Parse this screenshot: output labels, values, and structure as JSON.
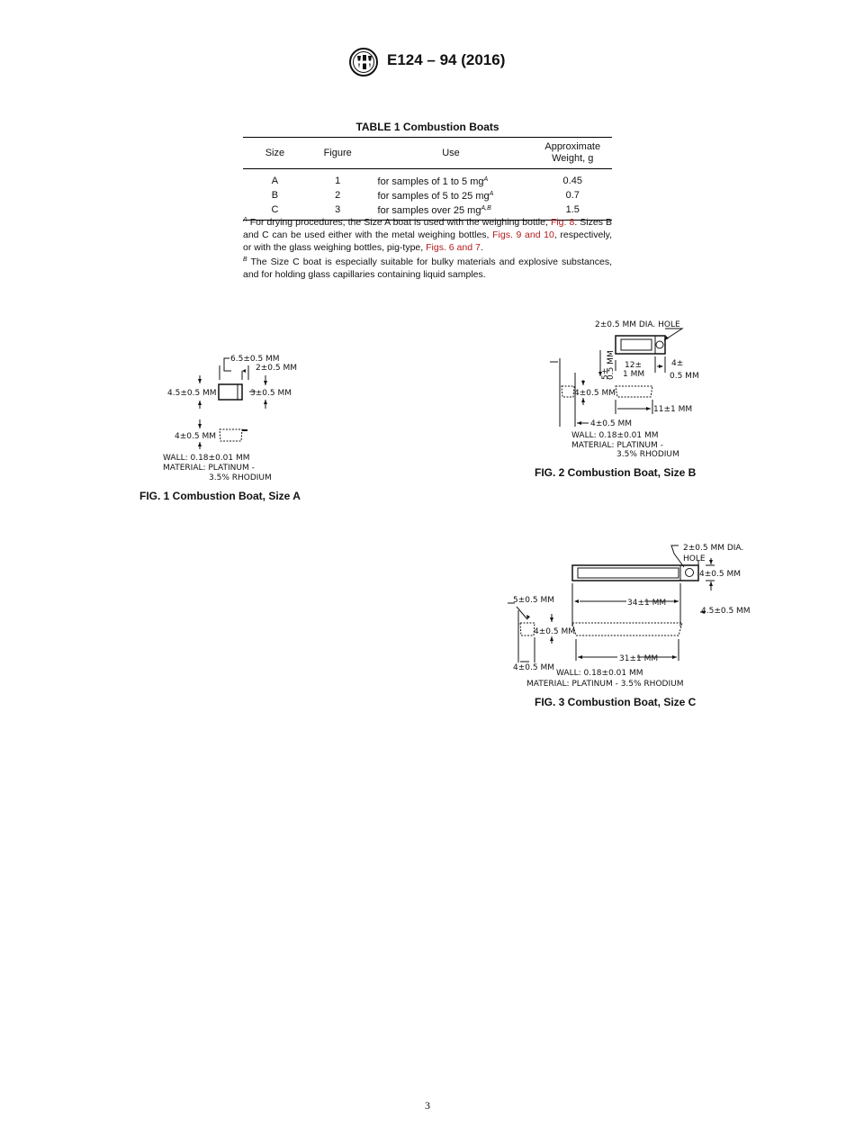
{
  "header": {
    "logo_icon": "astm-logo-icon",
    "doc_id": "E124 – 94 (2016)"
  },
  "table1": {
    "title": "TABLE 1 Combustion Boats",
    "headers": {
      "size": "Size",
      "figure": "Figure",
      "use": "Use",
      "weight_line1": "Approximate",
      "weight_line2": "Weight, g"
    },
    "rows": [
      {
        "size": "A",
        "figure": "1",
        "use": "for samples of 1 to 5 mg",
        "use_note": "A",
        "weight": "0.45"
      },
      {
        "size": "B",
        "figure": "2",
        "use": "for samples of 5 to 25 mg",
        "use_note": "A",
        "weight": "0.7"
      },
      {
        "size": "C",
        "figure": "3",
        "use": "for samples over 25 mg",
        "use_note": "A,B",
        "weight": "1.5"
      }
    ]
  },
  "footnotes": {
    "a_mark": "A",
    "a_text1": " For drying procedures, the Size A boat is used with the weighing bottle, ",
    "a_ref1": "Fig. 8",
    "a_text2": ". Sizes B and C can be used either with the metal weighing bottles, ",
    "a_ref2": "Figs. 9 and 10",
    "a_text3": ", respectively, or with the glass weighing bottles, pig-type, ",
    "a_ref3": "Figs. 6 and 7",
    "a_text4": ".",
    "b_mark": "B",
    "b_text": " The Size C boat is especially suitable for bulky materials and explosive substances, and for holding glass capillaries containing liquid samples."
  },
  "fig1": {
    "caption": "FIG. 1  Combustion Boat, Size A",
    "dim_length": "6.5±0.5 MM",
    "dim_end": "2±0.5 MM",
    "dim_width": "4.5±0.5 MM",
    "dim_inner": "3±0.5 MM",
    "dim_height": "4±0.5 MM",
    "wall": "WALL: 0.18±0.01 MM",
    "material1": "MATERIAL: PLATINUM -",
    "material2": "3.5% RHODIUM"
  },
  "fig2": {
    "caption": "FIG. 2  Combustion Boat, Size B",
    "hole": "2±0.5 MM DIA. HOLE",
    "dim_width_a": "5±",
    "dim_width_b": "0.5 MM",
    "dim_length_a": "12±",
    "dim_length_b": "1 MM",
    "dim_end_a": "4±",
    "dim_end_b": "0.5 MM",
    "dim_height": "4±0.5 MM",
    "dim_bottom": "11±1 MM",
    "dim_top": "4±0.5 MM",
    "wall": "WALL: 0.18±0.01 MM",
    "material1": "MATERIAL: PLATINUM -",
    "material2": "3.5% RHODIUM"
  },
  "fig3": {
    "caption": "FIG. 3  Combustion Boat, Size C",
    "hole1": "2±0.5 MM DIA.",
    "hole2": "HOLE",
    "dim_end": "4±0.5 MM",
    "dim_width": "5±0.5 MM",
    "dim_length": "34±1 MM",
    "dim_width2": "4.5±0.5 MM",
    "dim_height": "4±0.5 MM",
    "dim_bottom": "31±1 MM",
    "dim_top": "4±0.5 MM",
    "wall": "WALL: 0.18±0.01 MM",
    "material": "MATERIAL: PLATINUM - 3.5% RHODIUM"
  },
  "page_number": "3"
}
